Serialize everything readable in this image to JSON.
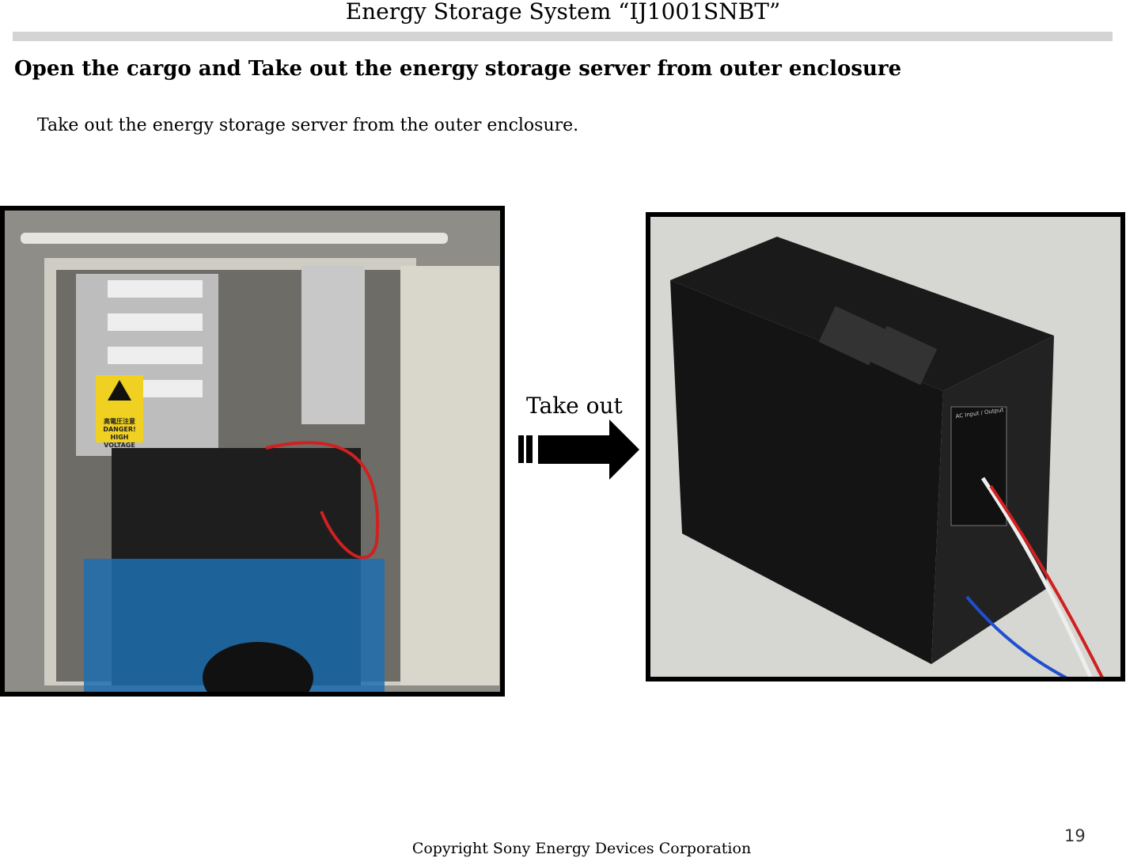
{
  "page": {
    "title": "Energy Storage System “IJ1001SNBT”",
    "heading": "Open the cargo and Take out the energy storage server from outer enclosure",
    "body": "Take out the energy storage server from the outer enclosure.",
    "arrow_label": "Take out",
    "footer": "Copyright Sony Energy Devices Corporation",
    "page_number": "19"
  },
  "photos": [
    {
      "subject": "open-outer-enclosure-with-server",
      "sign_text": "高電圧注意 DANGER! HIGH VOLTAGE"
    },
    {
      "subject": "energy-storage-server-unit",
      "panel_text": "AC Input / Output"
    }
  ],
  "icons": {
    "arrow": "right-arrow-icon"
  },
  "colors": {
    "header_bar": "#d4d4d4",
    "text": "#000000"
  }
}
